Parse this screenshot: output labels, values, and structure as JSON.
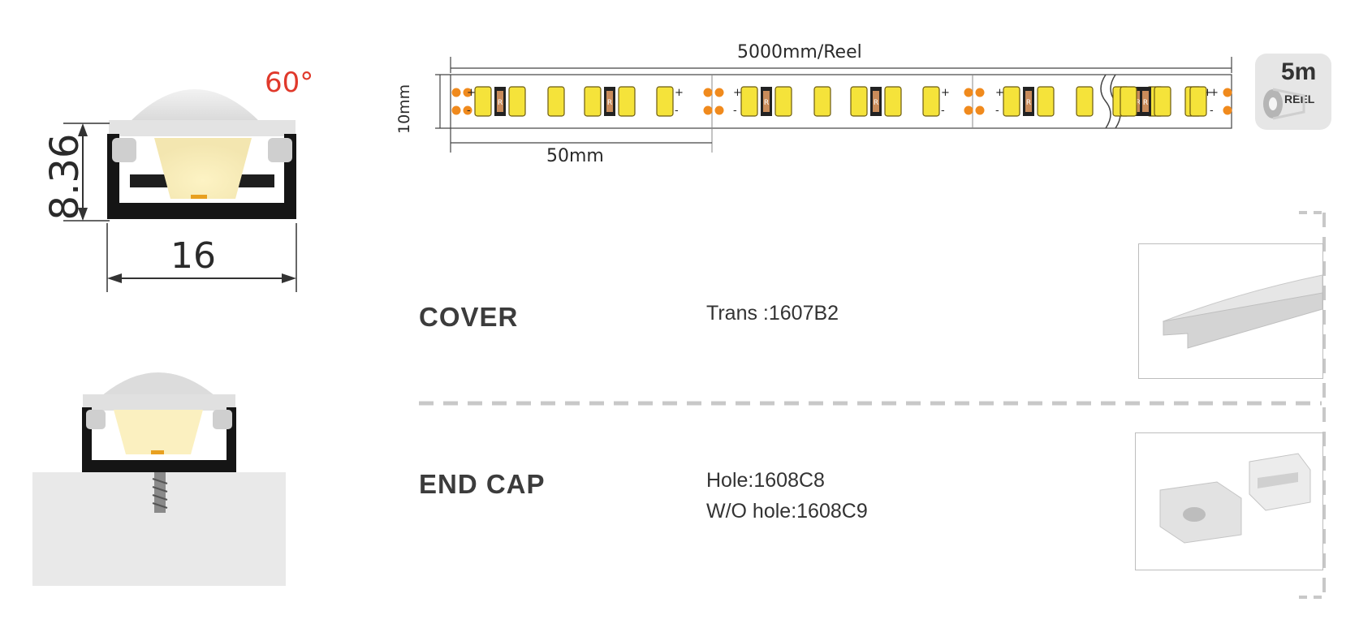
{
  "profile_section": {
    "beam_angle": "60°",
    "height_dim": "8.36",
    "width_dim": "16"
  },
  "strip": {
    "total_length": "5000mm/Reel",
    "width": "10mm",
    "cut_length": "50mm",
    "resistor_mark": "R",
    "plus": "+",
    "minus": "-"
  },
  "reel_badge": {
    "length": "5m",
    "label": "REEL"
  },
  "accessories": [
    {
      "name": "COVER",
      "codes": [
        "Trans :1607B2"
      ]
    },
    {
      "name": "END CAP",
      "codes": [
        "Hole:1608C8",
        "W/O hole:1608C9"
      ]
    }
  ],
  "colors": {
    "led_yellow": "#f5e33a",
    "solder_orange": "#f08a1d",
    "dim_red": "#e0392b",
    "dashed_gray": "#c8c8c8"
  }
}
